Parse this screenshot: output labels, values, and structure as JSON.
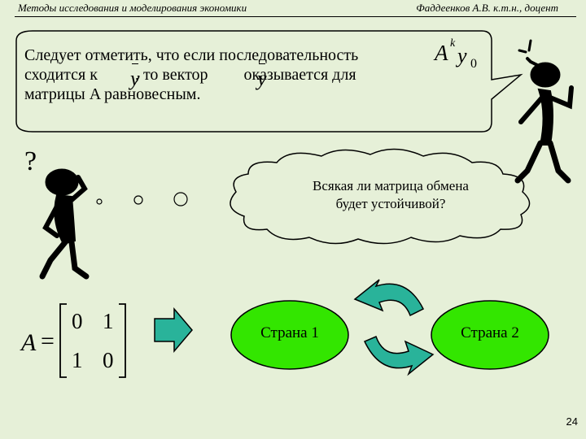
{
  "header": {
    "left": "Методы исследования и моделирования экономики",
    "right": "Фаддеенков А.В. к.т.н., доцент"
  },
  "speech": {
    "line1": "Следует отметить, что если последовательность",
    "line2a": "сходится к",
    "line2b": ", то вектор",
    "line2c": "оказывается для",
    "line3": "матрицы A равновесным.",
    "math_A": "A",
    "math_k": "k",
    "math_y": "y",
    "math_0": "0"
  },
  "question_mark": "?",
  "thought": {
    "line1": "Всякая ли матрица обмена",
    "line2": "будет устойчивой?"
  },
  "matrix": {
    "name": "A",
    "eq": "=",
    "rows": [
      [
        "0",
        "1"
      ],
      [
        "1",
        "0"
      ]
    ]
  },
  "countries": {
    "left": "Страна 1",
    "right": "Страна 2"
  },
  "colors": {
    "background": "#e6f0d8",
    "oval": "#33e600",
    "arrow": "#29b39a",
    "figure": "#000000"
  },
  "page_number": "24"
}
